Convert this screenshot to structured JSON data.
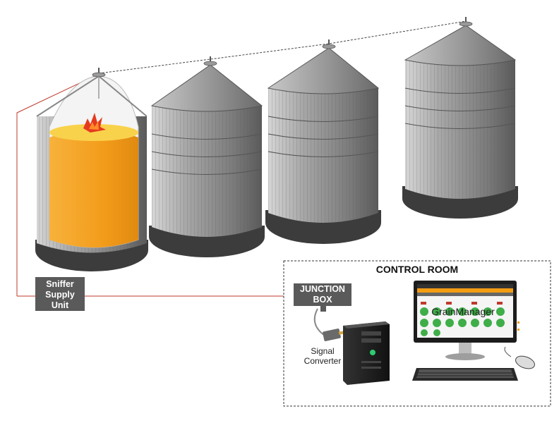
{
  "labels": {
    "sniffer": "Sniffer\nSupply\nUnit",
    "junction": "JUNCTION\nBOX",
    "control_room": "CONTROL ROOM",
    "signal_converter": "Signal\nConverter",
    "screen_title": "GrainManager"
  },
  "colors": {
    "silo_gray": "#8c8c8c",
    "silo_base": "#3c3c3c",
    "grain": "#f5a623",
    "label_box": "#5a5a5a",
    "sensor_wire": "#c0392b"
  },
  "silos": [
    {
      "name": "silo-1",
      "state": "filled-with-grain",
      "alert": "hotspot-fire"
    },
    {
      "name": "silo-2",
      "state": "closed"
    },
    {
      "name": "silo-3",
      "state": "closed"
    },
    {
      "name": "silo-4",
      "state": "closed"
    }
  ]
}
